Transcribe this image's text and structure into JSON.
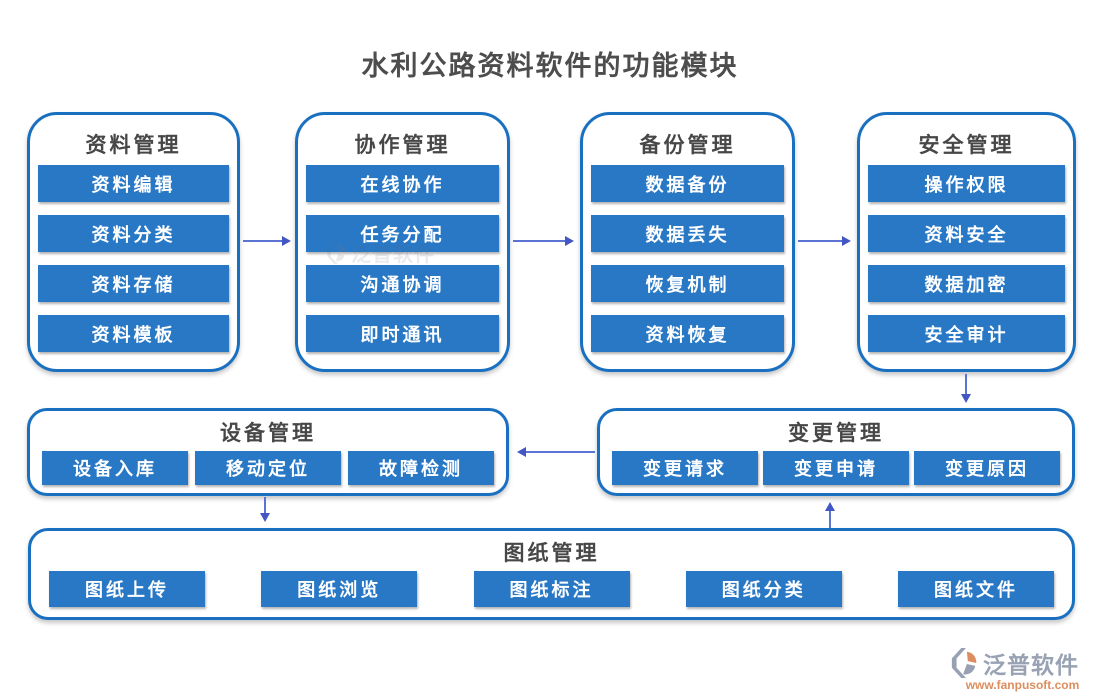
{
  "title": "水利公路资料软件的功能模块",
  "modules": [
    {
      "id": "data-mgmt",
      "title": "资料管理",
      "items": [
        "资料编辑",
        "资料分类",
        "资料存储",
        "资料模板"
      ]
    },
    {
      "id": "collab-mgmt",
      "title": "协作管理",
      "items": [
        "在线协作",
        "任务分配",
        "沟通协调",
        "即时通讯"
      ]
    },
    {
      "id": "backup-mgmt",
      "title": "备份管理",
      "items": [
        "数据备份",
        "数据丢失",
        "恢复机制",
        "资料恢复"
      ]
    },
    {
      "id": "security-mgmt",
      "title": "安全管理",
      "items": [
        "操作权限",
        "资料安全",
        "数据加密",
        "安全审计"
      ]
    },
    {
      "id": "device-mgmt",
      "title": "设备管理",
      "items": [
        "设备入库",
        "移动定位",
        "故障检测"
      ]
    },
    {
      "id": "change-mgmt",
      "title": "变更管理",
      "items": [
        "变更请求",
        "变更申请",
        "变更原因"
      ]
    },
    {
      "id": "drawing-mgmt",
      "title": "图纸管理",
      "items": [
        "图纸上传",
        "图纸浏览",
        "图纸标注",
        "图纸分类",
        "图纸文件"
      ]
    }
  ],
  "connections": [
    {
      "from": "资料管理",
      "to": "协作管理"
    },
    {
      "from": "协作管理",
      "to": "备份管理"
    },
    {
      "from": "备份管理",
      "to": "安全管理"
    },
    {
      "from": "安全管理",
      "to": "变更管理"
    },
    {
      "from": "变更管理",
      "to": "设备管理"
    },
    {
      "from": "设备管理",
      "to": "图纸管理"
    },
    {
      "from": "图纸管理",
      "to": "变更管理"
    }
  ],
  "footer": {
    "brand": "泛普软件",
    "url": "www.fanpusoft.com"
  },
  "colors": {
    "node_fill": "#2878c6",
    "card_border": "#1a70c0",
    "arrow_line": "#5b73d2",
    "arrow_head": "#4256c4",
    "title_text": "#4d4d4d",
    "brand_gray": "#98a2b3",
    "brand_orange": "#dd8d5e"
  }
}
